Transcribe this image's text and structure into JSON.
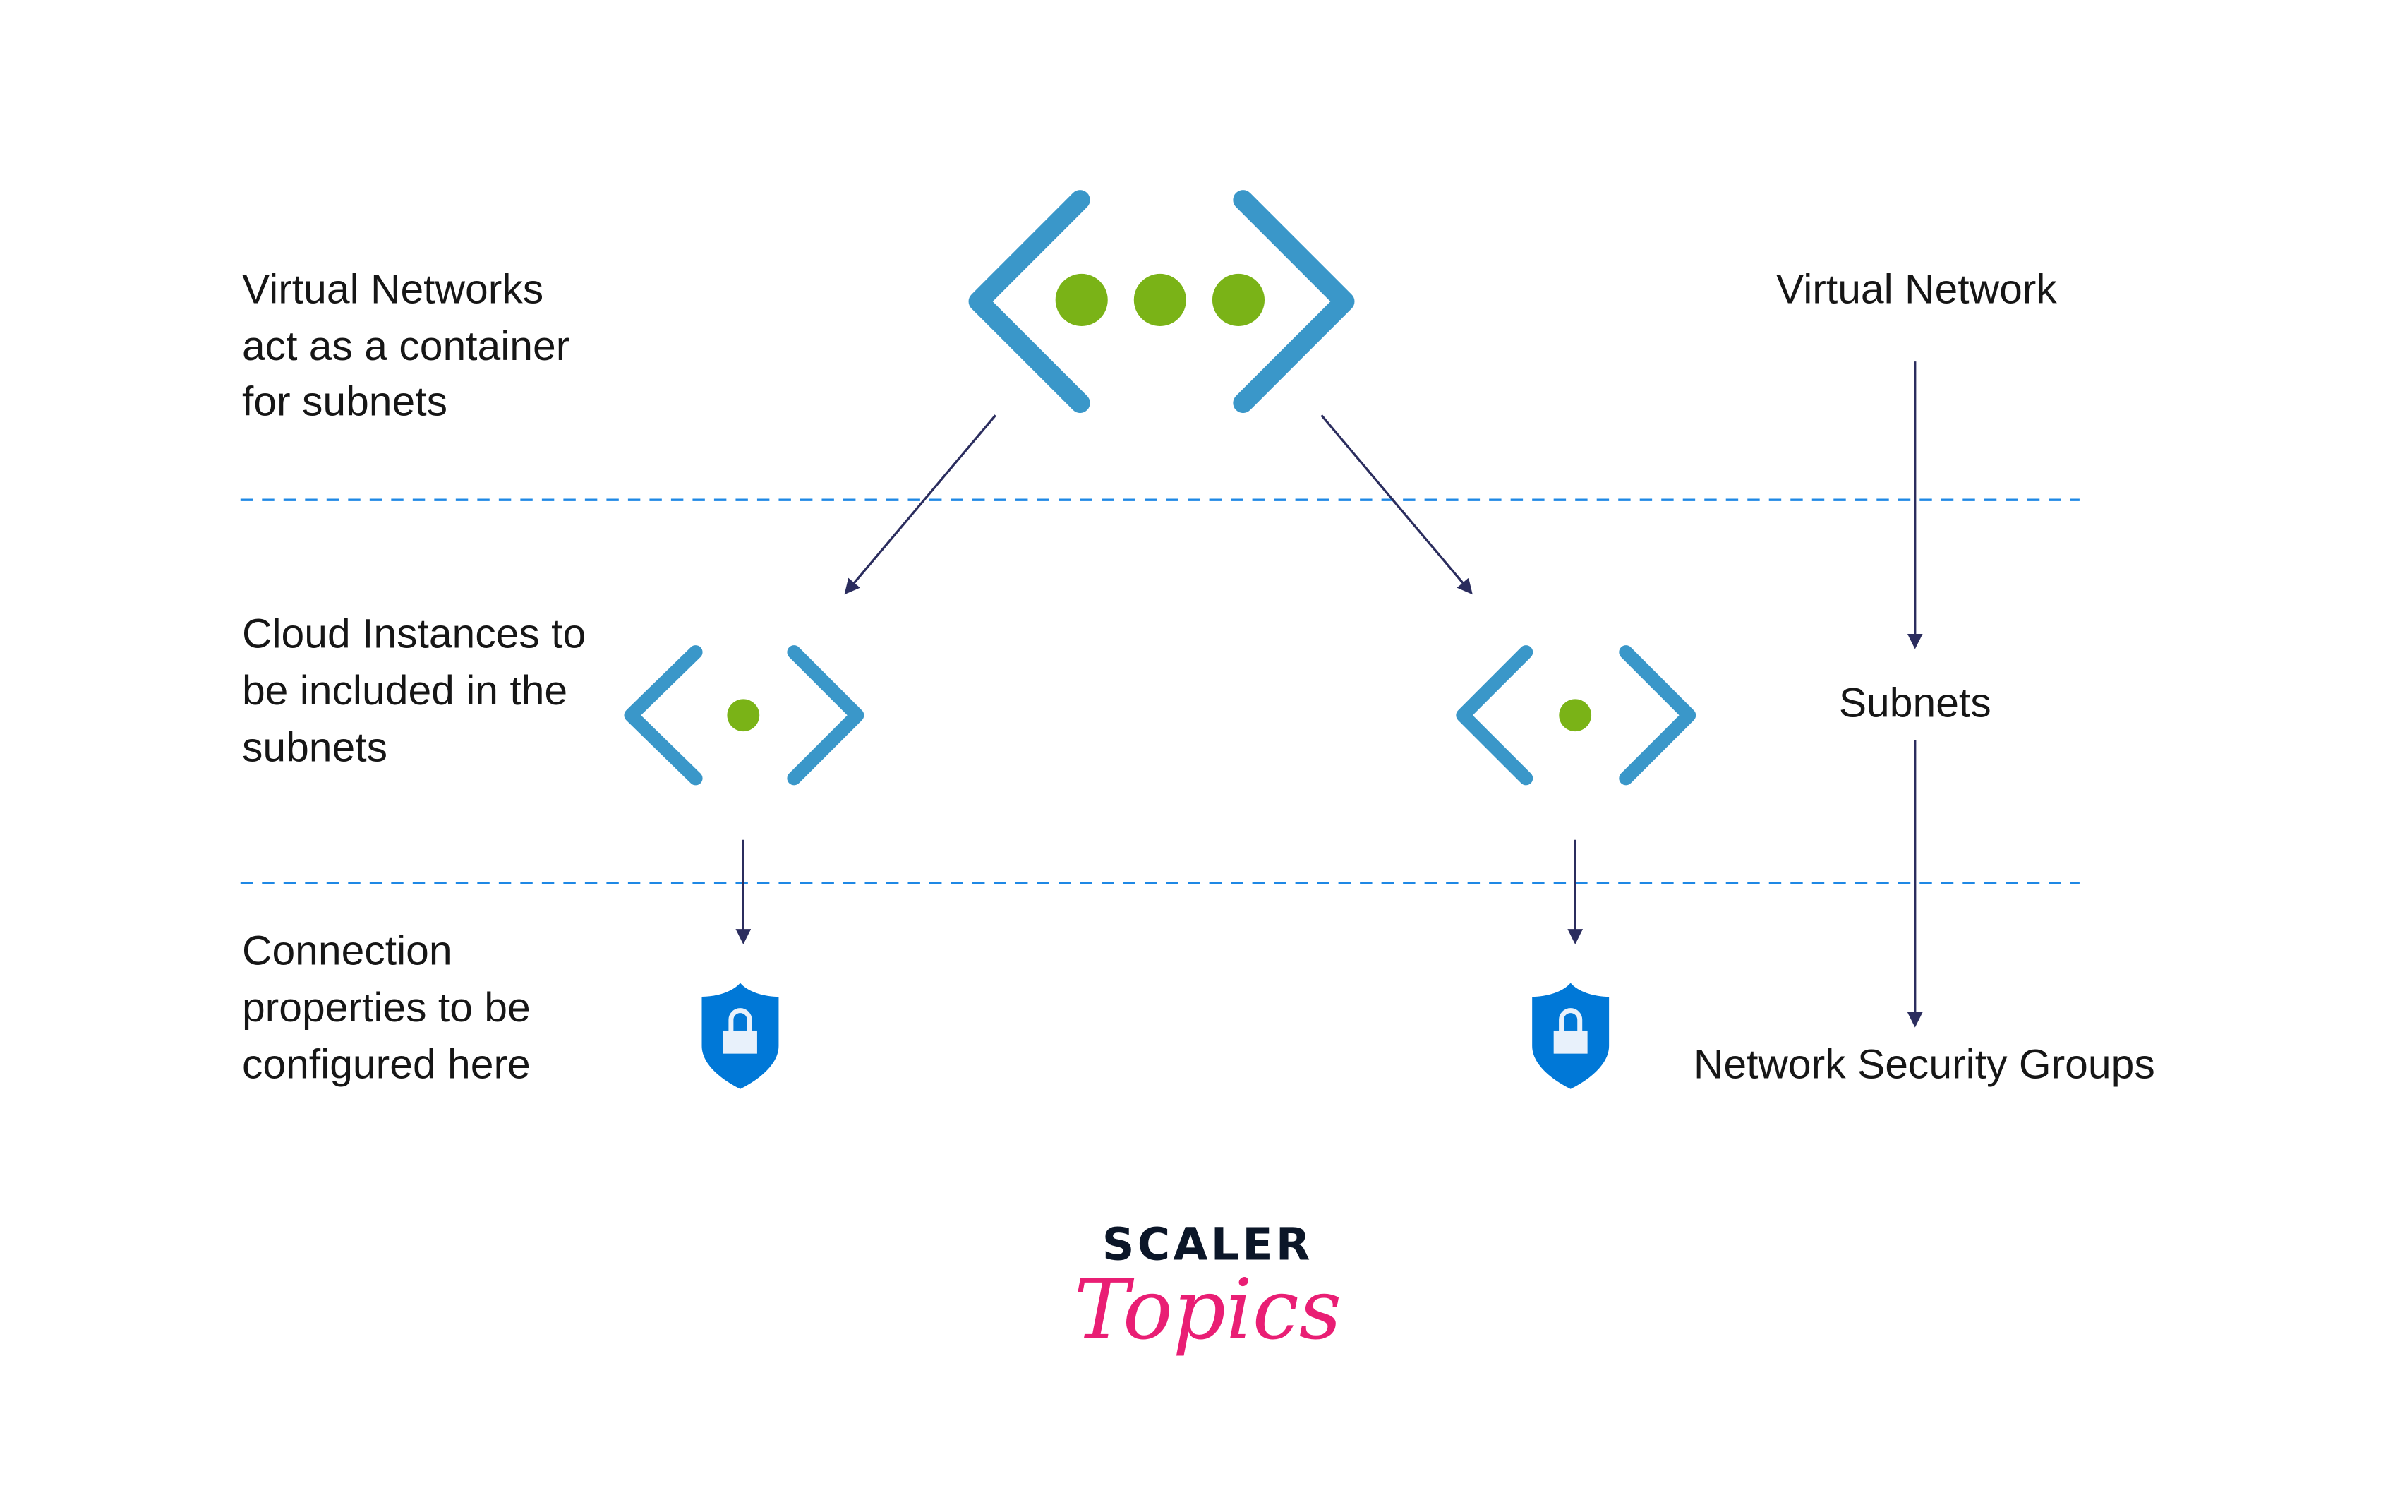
{
  "left_labels": {
    "virtual_networks": [
      "Virtual Networks",
      "act as a container",
      "for subnets"
    ],
    "cloud_instances": [
      "Cloud Instances to",
      "be included in the",
      "subnets"
    ],
    "connection": [
      "Connection",
      "properties to be",
      "configured here"
    ]
  },
  "right_labels": {
    "virtual_network": "Virtual Network",
    "subnets": "Subnets",
    "nsg": "Network Security Groups"
  },
  "icons": {
    "vnet": "virtual-network-icon",
    "subnet": "subnet-icon",
    "nsg": "shield-lock-icon"
  },
  "logo": {
    "line1": "SCALER",
    "line2": "Topics"
  },
  "colors": {
    "chevron": "#3a97c9",
    "dot": "#7ab317",
    "shield": "#0078d7",
    "divider": "#1e88e5",
    "arrow": "#2b2d5e",
    "logo_navy": "#0b1628",
    "logo_pink": "#e91e74"
  }
}
